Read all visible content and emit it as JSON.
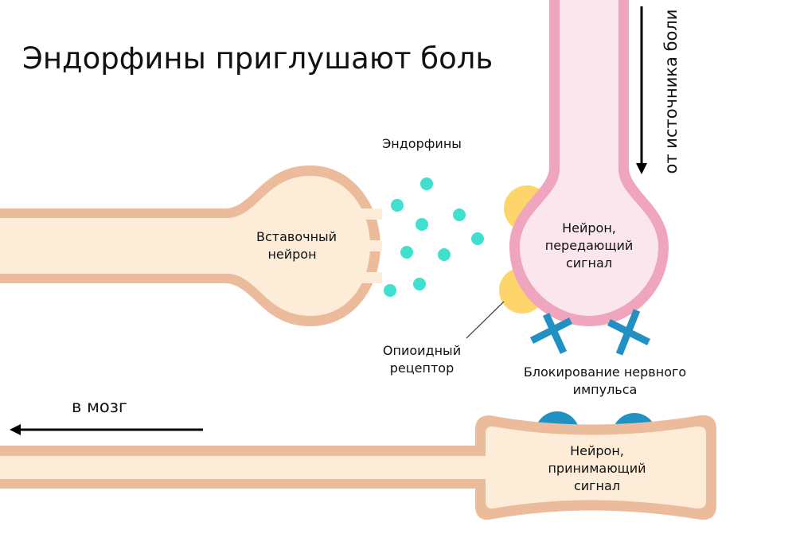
{
  "title": "Эндорфины приглушают боль",
  "labels": {
    "endorphins": "Эндорфины",
    "interneuron": "Вставочный нейрон",
    "transmitting_neuron": "Нейрон, передающий сигнал",
    "opioid_receptor": "Опиоидный рецептор",
    "blocking": "Блокирование нервного импульса",
    "receiving_neuron": "Нейрон, принимающий сигнал",
    "to_brain": "в мозг",
    "from_pain_source": "от источника боли"
  },
  "colors": {
    "neuron_fill": "#fdecd7",
    "neuron_membrane": "#ebbb9c",
    "transmitting_fill": "#fce6ee",
    "transmitting_membrane": "#f0a5bf",
    "endorphin": "#40e0d0",
    "opioid_receptor": "#fdd56a",
    "blocked_signal": "#2191c4"
  }
}
